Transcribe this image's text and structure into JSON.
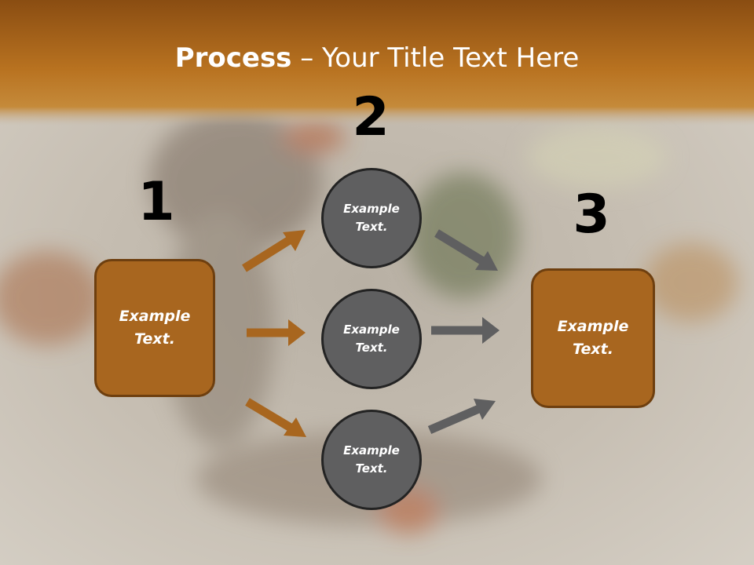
{
  "slide": {
    "title_bold": "Process",
    "title_rest": " – Your Title Text Here"
  },
  "steps": [
    {
      "number": "1",
      "label": "Example\nText."
    },
    {
      "number": "2",
      "label": "Example\nText."
    },
    {
      "number": "3",
      "label": "Example\nText."
    }
  ],
  "middle_nodes": [
    {
      "label": "Example\nText."
    },
    {
      "label": "Example\nText."
    },
    {
      "label": "Example\nText."
    }
  ],
  "colors": {
    "header_band": "#b87220",
    "box_fill": "#a8661f",
    "box_border": "#6e3f0f",
    "circle_fill": "#5f5f60",
    "arrow_orange": "#a8661f",
    "arrow_gray": "#5f5f60"
  }
}
